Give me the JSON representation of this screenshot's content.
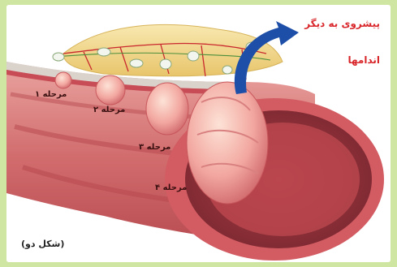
{
  "title_line1": "پیشروی به دیگر",
  "title_line2": "اندامها",
  "stages": [
    {
      "label": "مرحله ۱"
    },
    {
      "label": "مرحله ۲"
    },
    {
      "label": "مرحله ۳"
    },
    {
      "label": "مرحله ۴"
    }
  ],
  "caption": "(شکل دو)",
  "colors": {
    "frame": "#cfe6a2",
    "tissue": "#c9565a",
    "tumor": "#f0a6a2",
    "fat": "#f2dc8e",
    "arrow": "#1d4fa8",
    "title_text": "#d8262a"
  }
}
